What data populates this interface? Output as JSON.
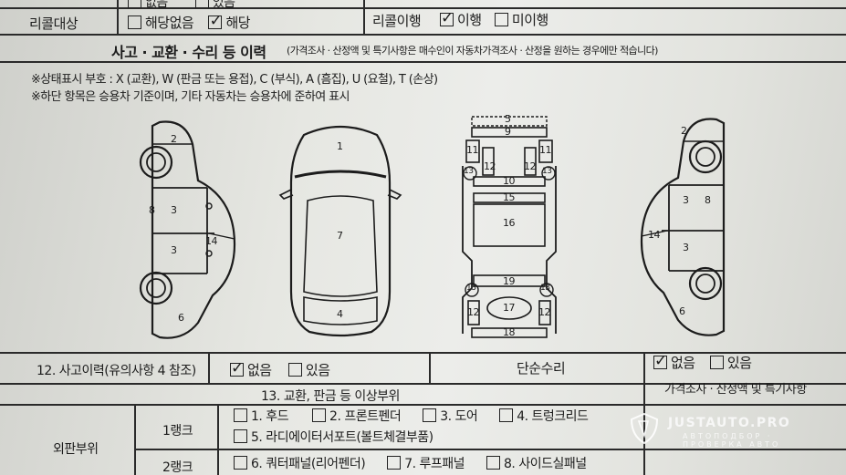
{
  "top_row_partial": {
    "opt_a": "없음",
    "opt_b": "있음"
  },
  "recall": {
    "label": "리콜대상",
    "opt_none": "해당없음",
    "opt_yes": "해당",
    "yes_checked": true,
    "exec_label": "리콜이행",
    "exec_done": "이행",
    "exec_not": "미이행",
    "done_checked": true
  },
  "section": {
    "title": "사고 · 교환 · 수리 등 이력",
    "note": "(가격조사 · 산정액 및 특기사항은 매수인이 자동차가격조사 · 산정을 원하는 경우에만 적습니다)"
  },
  "legend": {
    "line1": "※상태표시 부호 : X (교환), W (판금 또는 용접), C (부식), A (흠집), U (요철), T (손상)",
    "line2": "※하단 항목은 승용차 기준이며, 기타 자동차는 승용차에 준하여 표시"
  },
  "diagram": {
    "left": {
      "n2": "2",
      "n8": "8",
      "n3a": "3",
      "n3b": "3",
      "n14": "14",
      "n6": "6"
    },
    "top": {
      "n1": "1",
      "n7": "7",
      "n4": "4"
    },
    "frame": {
      "n5": "5",
      "n9": "9",
      "n11a": "11",
      "n11b": "11",
      "n12a": "12",
      "n12b": "12",
      "n13a": "13",
      "n13b": "13",
      "n10": "10",
      "n15": "15",
      "n16": "16",
      "n19": "19",
      "n13c": "13",
      "n13d": "13",
      "n17": "17",
      "n12c": "12",
      "n12d": "12",
      "n18": "18"
    },
    "right": {
      "n2": "2",
      "n3a": "3",
      "n8": "8",
      "n14": "14",
      "n3b": "3",
      "n6": "6"
    }
  },
  "accident": {
    "label": "12. 사고이력(유의사항 4 참조)",
    "opt_none": "없음",
    "opt_yes": "있음",
    "none_checked": true
  },
  "simple_repair": {
    "label": "단순수리",
    "opt_none": "없음",
    "opt_yes": "있음",
    "none_checked": true
  },
  "parts": {
    "title": "13. 교환, 판금 등 이상부위",
    "price_note": "가격조사 · 산정액 및 특기사항",
    "outer_label": "외판부위",
    "rank1": "1랭크",
    "rank2": "2랭크",
    "r1_items": [
      "1. 후드",
      "2. 프론트펜더",
      "3. 도어",
      "4. 트렁크리드"
    ],
    "r1_item5": "5. 라디에이터서포트(볼트체결부품)",
    "r2_items": [
      "6. 쿼터패널(리어펜더)",
      "7. 루프패널",
      "8. 사이드실패널"
    ]
  },
  "watermark": {
    "brand": "JUSTAUTO.PRO",
    "sub": "АВТОПОДБОР · ПРОВЕРКА АВТО"
  }
}
